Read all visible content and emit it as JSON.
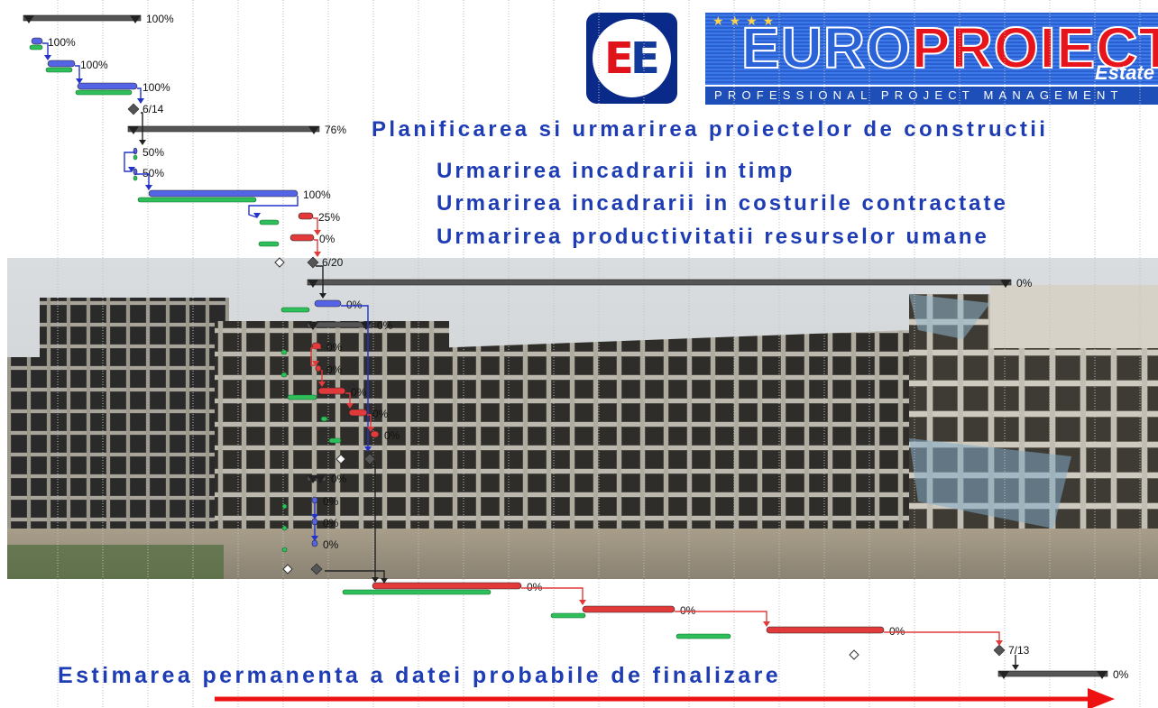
{
  "logo": {
    "mark_letters": [
      "E",
      "E"
    ],
    "brand_part1": "EURO",
    "brand_part2": "PROIECT",
    "brand_suffix": "Estate",
    "tagline": "PROFESSIONAL PROJECT MANAGEMENT",
    "colors": {
      "red": "#e8141c",
      "blue": "#2a62d8",
      "navy": "#0a2a8a"
    }
  },
  "headings": {
    "main": "Planificarea si urmarirea proiectelor de constructii",
    "items": [
      "Urmarirea incadrarii in timp",
      "Urmarirea incadrarii in costurile contractate",
      "Urmarirea productivitatii resurselor umane"
    ],
    "footer": "Estimarea permanenta a datei probabile de finalizare"
  },
  "gantt": {
    "colors": {
      "summary": "#555555",
      "blue_task": "#5563e6",
      "green_baseline": "#2fbf5a",
      "red_critical": "#e23a3a",
      "milestone": "#555555"
    },
    "rows": [
      {
        "kind": "summary",
        "label": "100%"
      },
      {
        "kind": "blue",
        "label": "100%"
      },
      {
        "kind": "blue",
        "label": "100%"
      },
      {
        "kind": "blue",
        "label": "100%"
      },
      {
        "kind": "milestone",
        "label": "6/14"
      },
      {
        "kind": "summary",
        "label": "76%"
      },
      {
        "kind": "blue",
        "label": "50%"
      },
      {
        "kind": "blue",
        "label": "50%"
      },
      {
        "kind": "blue",
        "label": "100%"
      },
      {
        "kind": "red",
        "label": "25%"
      },
      {
        "kind": "red",
        "label": "0%"
      },
      {
        "kind": "milestone",
        "label": "6/20"
      },
      {
        "kind": "summary",
        "label": "0%"
      },
      {
        "kind": "blue",
        "label": "0%"
      },
      {
        "kind": "summary",
        "label": "0%"
      },
      {
        "kind": "red",
        "label": "0%"
      },
      {
        "kind": "red",
        "label": "0%"
      },
      {
        "kind": "red",
        "label": "0%"
      },
      {
        "kind": "red",
        "label": "0%"
      },
      {
        "kind": "red",
        "label": "0%"
      },
      {
        "kind": "milestone",
        "label": ""
      },
      {
        "kind": "summary",
        "label": "0%"
      },
      {
        "kind": "blue",
        "label": "0%"
      },
      {
        "kind": "blue",
        "label": "0%"
      },
      {
        "kind": "blue",
        "label": "0%"
      },
      {
        "kind": "milestone",
        "label": ""
      },
      {
        "kind": "red",
        "label": "0%"
      },
      {
        "kind": "red",
        "label": "0%"
      },
      {
        "kind": "red",
        "label": "0%"
      },
      {
        "kind": "milestone",
        "label": "7/13"
      },
      {
        "kind": "summary",
        "label": "0%"
      }
    ]
  }
}
